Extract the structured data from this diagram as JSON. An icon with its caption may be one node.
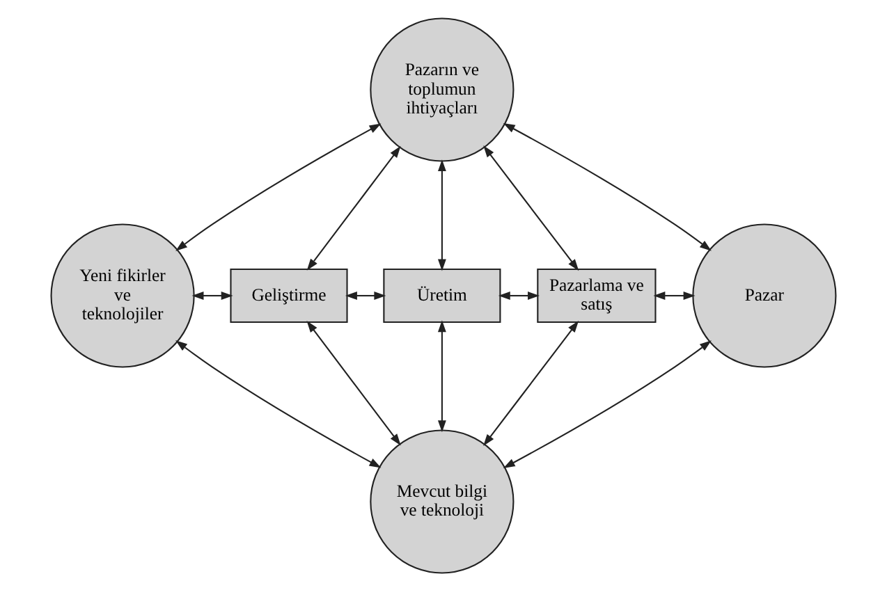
{
  "diagram": {
    "nodes": [
      {
        "text": [
          "Pazarın ve toplumun ihtiyaçları"
        ]
      },
      {
        "text": [
          "Yeni fikirler ve teknolojiler"
        ]
      },
      {
        "text": [
          "Geliştirme"
        ]
      },
      {
        "text": [
          "Üretim"
        ]
      },
      {
        "text": [
          "Pazarlama ve satış"
        ]
      },
      {
        "text": [
          "Pazar"
        ]
      },
      {
        "text": [
          "Mevcut bilgi ve teknoloji"
        ]
      }
    ],
    "edges": [
      {
        "from": 0,
        "to": 1,
        "arrow": "both"
      },
      {
        "from": 0,
        "to": 5,
        "arrow": "both"
      },
      {
        "from": 0,
        "to": 2,
        "arrow": "both"
      },
      {
        "from": 0,
        "to": 3,
        "arrow": "both"
      },
      {
        "from": 0,
        "to": 4,
        "arrow": "both"
      },
      {
        "from": 1,
        "to": 2,
        "arrow": "both"
      },
      {
        "from": 2,
        "to": 3,
        "arrow": "both"
      },
      {
        "from": 3,
        "to": 4,
        "arrow": "both"
      },
      {
        "from": 4,
        "to": 5,
        "arrow": "both"
      },
      {
        "from": 2,
        "to": 6,
        "arrow": "both"
      },
      {
        "from": 3,
        "to": 6,
        "arrow": "both"
      },
      {
        "from": 4,
        "to": 6,
        "arrow": "both"
      },
      {
        "from": 1,
        "to": 6,
        "arrow": "both"
      },
      {
        "from": 5,
        "to": 6,
        "arrow": "both"
      }
    ]
  }
}
